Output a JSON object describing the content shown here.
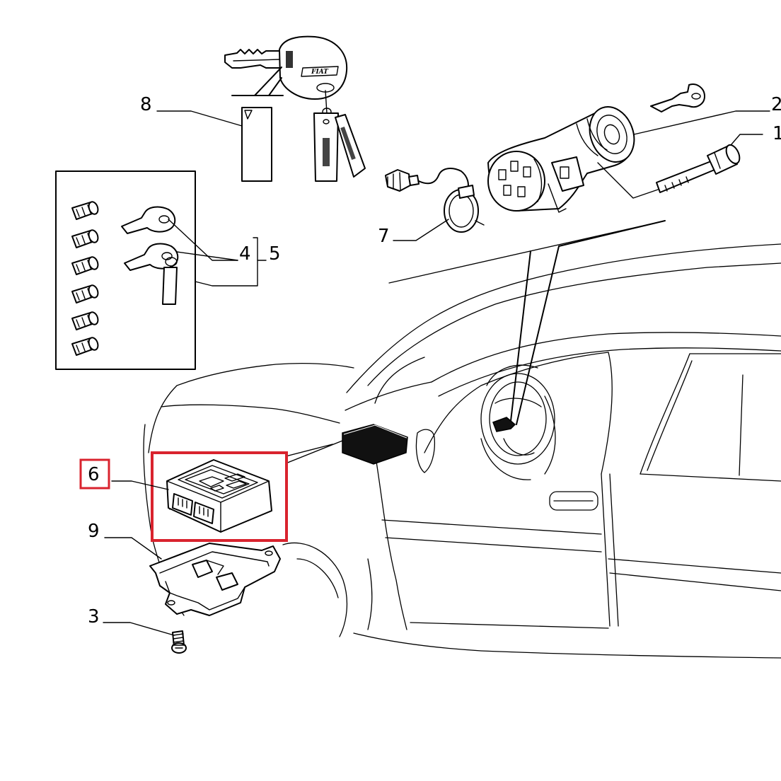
{
  "highlight_color": "#d9232e",
  "logo_text": "FIAT",
  "callouts": [
    {
      "id": "1",
      "label": "1"
    },
    {
      "id": "2",
      "label": "2"
    },
    {
      "id": "3",
      "label": "3"
    },
    {
      "id": "4",
      "label": "4"
    },
    {
      "id": "5",
      "label": "5"
    },
    {
      "id": "6",
      "label": "6"
    },
    {
      "id": "7",
      "label": "7"
    },
    {
      "id": "8",
      "label": "8"
    },
    {
      "id": "9",
      "label": "9"
    }
  ]
}
